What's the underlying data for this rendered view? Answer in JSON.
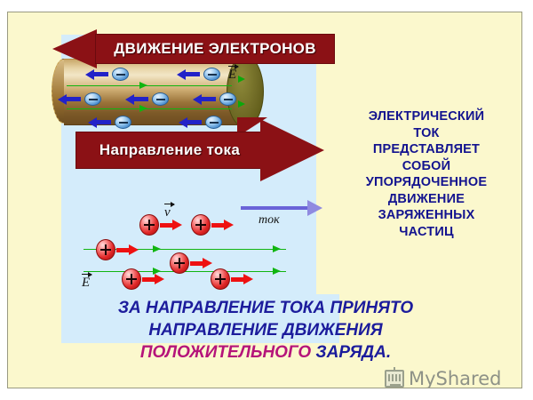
{
  "slide": {
    "background_color": "#fbf8cd",
    "panel_color": "#d4ecfb"
  },
  "banners": [
    {
      "id": "electron-motion",
      "label": "ДВИЖЕНИЕ ЭЛЕКТРОНОВ",
      "direction": "left",
      "color": "#8b1115",
      "text_color": "#ffffff"
    },
    {
      "id": "current-direction",
      "label": "Направление тока",
      "direction": "right",
      "color": "#8b1115",
      "text_color": "#ffffff"
    }
  ],
  "conductor_diagram": {
    "field_label": "E",
    "electron_count": 7,
    "electron_charge_sign": "−",
    "electron_arrow_direction": "left",
    "electron_arrow_color": "#2222c8",
    "field_line_color": "#10b510",
    "field_line_direction": "right"
  },
  "charge_diagram": {
    "velocity_label": "v",
    "field_label": "E",
    "current_label": "ток",
    "charge_count": 6,
    "charge_sign": "+",
    "charge_arrow_direction": "right",
    "charge_arrow_color": "#ee1111",
    "field_line_color": "#10b510",
    "current_arrow_color": "#6a63d8"
  },
  "definition": {
    "color": "#13138f",
    "lines": [
      "ЭЛЕКТРИЧЕСКИЙ",
      "ТОК",
      "ПРЕДСТАВЛЯЕТ",
      "СОБОЙ",
      "УПОРЯДОЧЕННОЕ",
      "ДВИЖЕНИЕ",
      "ЗАРЯЖЕННЫХ",
      "ЧАСТИЦ"
    ]
  },
  "conclusion": {
    "color": "#1c1c9c",
    "highlight_color": "#b5147a",
    "line1": "ЗА НАПРАВЛЕНИЕ ТОКА ПРИНЯТО",
    "line2": "НАПРАВЛЕНИЕ ДВИЖЕНИЯ",
    "line3_highlight": "ПОЛОЖИТЕЛЬНОГО",
    "line3_rest": " ЗАРЯДА."
  },
  "watermark": {
    "text": "MyShared",
    "icon": "projector-icon",
    "color": "#8e9287"
  }
}
